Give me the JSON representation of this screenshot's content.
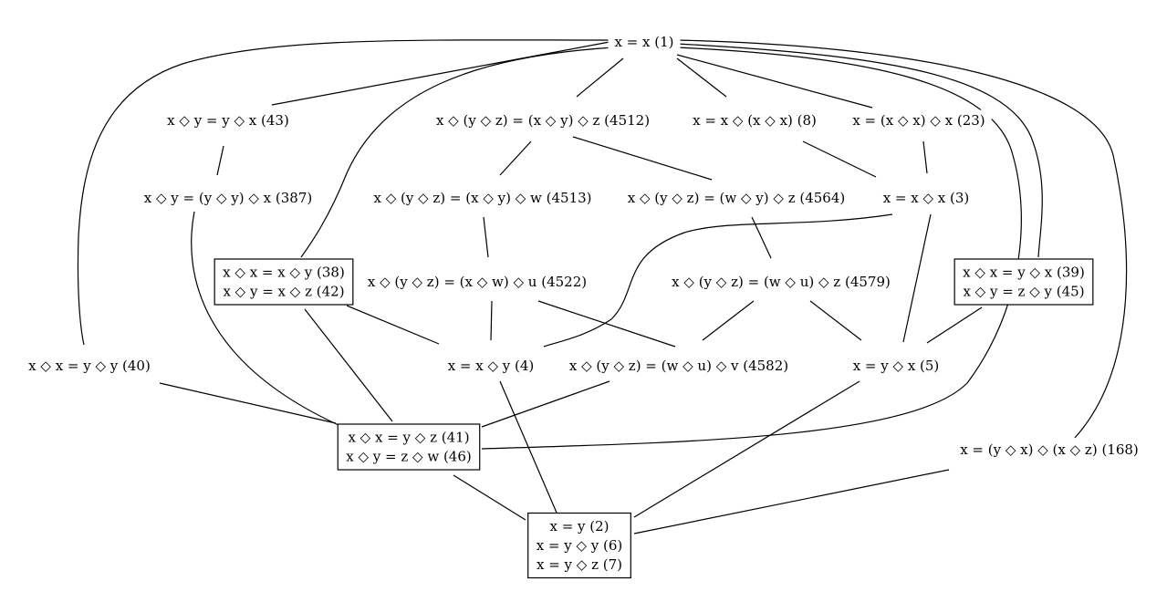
{
  "nodes": {
    "n1": {
      "lines": [
        "x = x (1)"
      ],
      "boxed": false
    },
    "n43": {
      "lines": [
        "x ◇ y = y ◇ x (43)"
      ],
      "boxed": false
    },
    "n4512": {
      "lines": [
        "x ◇ (y ◇ z) = (x ◇ y) ◇ z (4512)"
      ],
      "boxed": false
    },
    "n8": {
      "lines": [
        "x = x ◇ (x ◇ x) (8)"
      ],
      "boxed": false
    },
    "n23": {
      "lines": [
        "x = (x ◇ x) ◇ x (23)"
      ],
      "boxed": false
    },
    "n387": {
      "lines": [
        "x ◇ y = (y ◇ y) ◇ x (387)"
      ],
      "boxed": false
    },
    "n4513": {
      "lines": [
        "x ◇ (y ◇ z) = (x ◇ y) ◇ w (4513)"
      ],
      "boxed": false
    },
    "n4564": {
      "lines": [
        "x ◇ (y ◇ z) = (w ◇ y) ◇ z (4564)"
      ],
      "boxed": false
    },
    "n3": {
      "lines": [
        "x = x ◇ x (3)"
      ],
      "boxed": false
    },
    "n38": {
      "lines": [
        "x ◇ x = x ◇ y (38)",
        "x ◇ y = x ◇ z (42)"
      ],
      "boxed": true
    },
    "n4522": {
      "lines": [
        "x ◇ (y ◇ z) = (x ◇ w) ◇ u (4522)"
      ],
      "boxed": false
    },
    "n4579": {
      "lines": [
        "x ◇ (y ◇ z) = (w ◇ u) ◇ z (4579)"
      ],
      "boxed": false
    },
    "n39": {
      "lines": [
        "x ◇ x = y ◇ x (39)",
        "x ◇ y = z ◇ y (45)"
      ],
      "boxed": true
    },
    "n40": {
      "lines": [
        "x ◇ x = y ◇ y (40)"
      ],
      "boxed": false
    },
    "n4": {
      "lines": [
        "x = x ◇ y (4)"
      ],
      "boxed": false
    },
    "n4582": {
      "lines": [
        "x ◇ (y ◇ z) = (w ◇ u) ◇ v (4582)"
      ],
      "boxed": false
    },
    "n5": {
      "lines": [
        "x = y ◇ x (5)"
      ],
      "boxed": false
    },
    "n41": {
      "lines": [
        "x ◇ x = y ◇ z (41)",
        "x ◇ y = z ◇ w (46)"
      ],
      "boxed": true
    },
    "n168": {
      "lines": [
        "x = (y ◇ x) ◇ (x ◇ z) (168)"
      ],
      "boxed": false
    },
    "n2": {
      "lines": [
        "x = y (2)",
        "x = y ◇ y (6)",
        "x = y ◇ z (7)"
      ],
      "boxed": true
    }
  },
  "edges": [
    [
      "n1",
      "n43"
    ],
    [
      "n1",
      "n4512"
    ],
    [
      "n1",
      "n8"
    ],
    [
      "n1",
      "n23"
    ],
    [
      "n1",
      "n40"
    ],
    [
      "n1",
      "n38"
    ],
    [
      "n1",
      "n39"
    ],
    [
      "n1",
      "n41"
    ],
    [
      "n1",
      "n168"
    ],
    [
      "n43",
      "n387"
    ],
    [
      "n387",
      "n41"
    ],
    [
      "n4512",
      "n4513"
    ],
    [
      "n4512",
      "n4564"
    ],
    [
      "n8",
      "n3"
    ],
    [
      "n23",
      "n3"
    ],
    [
      "n4513",
      "n4522"
    ],
    [
      "n4564",
      "n4579"
    ],
    [
      "n3",
      "n4"
    ],
    [
      "n3",
      "n5"
    ],
    [
      "n38",
      "n4"
    ],
    [
      "n38",
      "n41"
    ],
    [
      "n4522",
      "n4"
    ],
    [
      "n4522",
      "n4582"
    ],
    [
      "n4579",
      "n4582"
    ],
    [
      "n4579",
      "n5"
    ],
    [
      "n39",
      "n5"
    ],
    [
      "n40",
      "n41"
    ],
    [
      "n4582",
      "n41"
    ],
    [
      "n41",
      "n2"
    ],
    [
      "n4",
      "n2"
    ],
    [
      "n5",
      "n2"
    ],
    [
      "n168",
      "n2"
    ]
  ]
}
